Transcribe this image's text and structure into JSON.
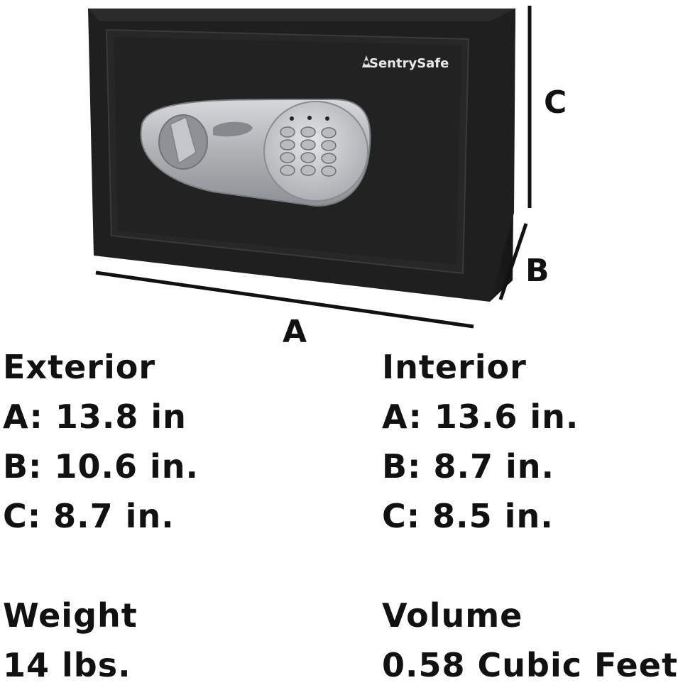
{
  "brand": {
    "name": "SentrySafe"
  },
  "dimension_labels": {
    "a": "A",
    "b": "B",
    "c": "C"
  },
  "exterior": {
    "heading": "Exterior",
    "a": "A: 13.8 in",
    "b": "B: 10.6 in.",
    "c": "C: 8.7 in."
  },
  "interior": {
    "heading": "Interior",
    "a": "A: 13.6 in.",
    "b": "B: 8.7 in.",
    "c": "C: 8.5 in."
  },
  "weight": {
    "heading": "Weight",
    "value": "14 lbs."
  },
  "volume": {
    "heading": "Volume",
    "value": "0.58 Cubic Feet"
  },
  "colors": {
    "safe_body": "#1e1e1e",
    "safe_door": "#262626",
    "panel": "#b5b8bb",
    "keypad": "#c9cccf",
    "text": "#111111"
  }
}
